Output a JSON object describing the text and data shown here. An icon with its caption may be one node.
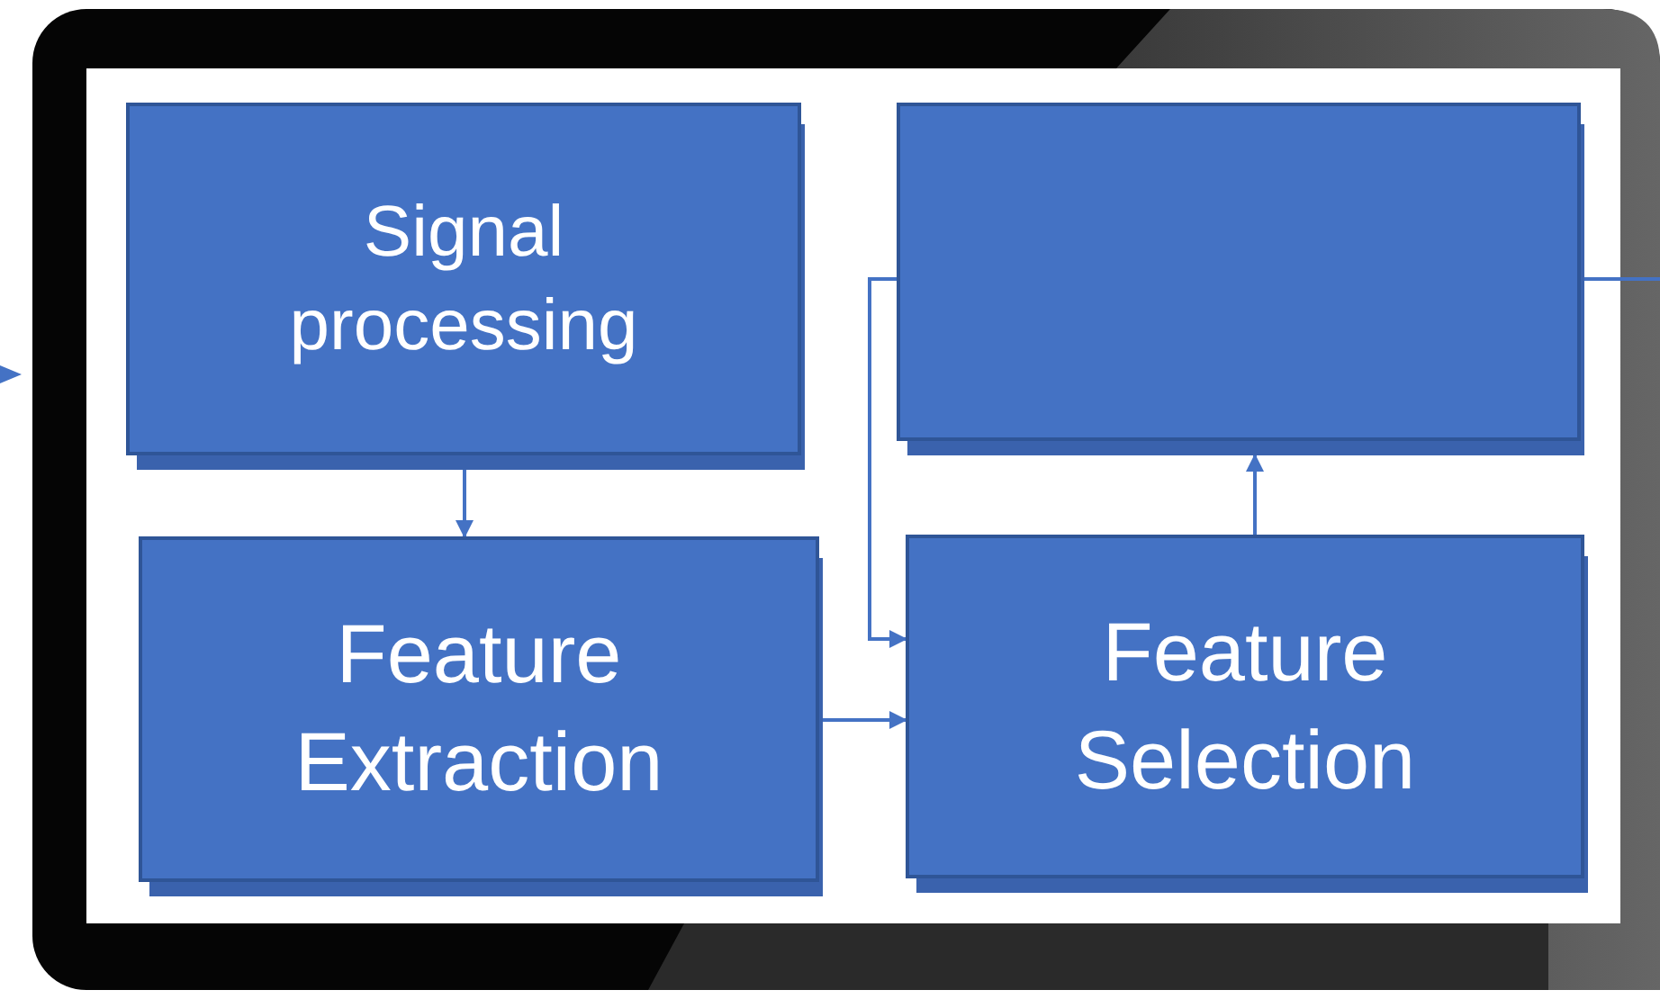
{
  "diagram": {
    "nodes": [
      {
        "text": [
          "Signal processing"
        ]
      },
      {
        "text": [
          "Feature Extraction"
        ]
      },
      {
        "text": [],
        "shape": "box"
      },
      {
        "text": [
          "Feature Selection"
        ]
      }
    ],
    "edges": [
      {
        "from": 0,
        "to": 1,
        "arrow": "to"
      },
      {
        "from": 1,
        "to": 3,
        "arrow": "to"
      },
      {
        "from": 2,
        "to": 3,
        "arrow": "to"
      },
      {
        "from": 3,
        "to": 2,
        "arrow": "to"
      },
      {
        "from": 2,
        "to": null,
        "arrow": "none"
      }
    ]
  }
}
